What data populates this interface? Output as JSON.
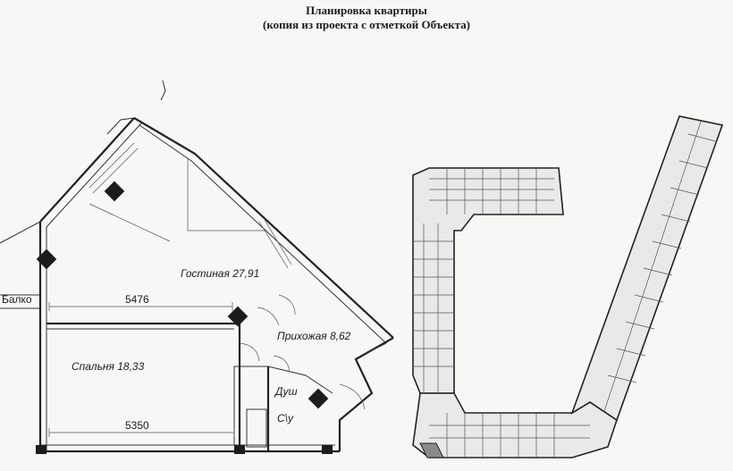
{
  "header": {
    "title": "Планировка квартиры",
    "subtitle": "(копия из проекта с отметкой Объекта)"
  },
  "plan": {
    "rooms": {
      "living": "Гостиная 27,91",
      "hall": "Прихожая 8,62",
      "bedroom": "Спальня 18,33",
      "shower": "Душ",
      "wc": "С\\у",
      "balcony": "Балко"
    },
    "dimensions": {
      "top": "5476",
      "bottom": "5350"
    }
  },
  "colors": {
    "background": "#f7f7f6",
    "ink": "#1c1c1c",
    "highlight_unit": "#8a8a8a"
  }
}
